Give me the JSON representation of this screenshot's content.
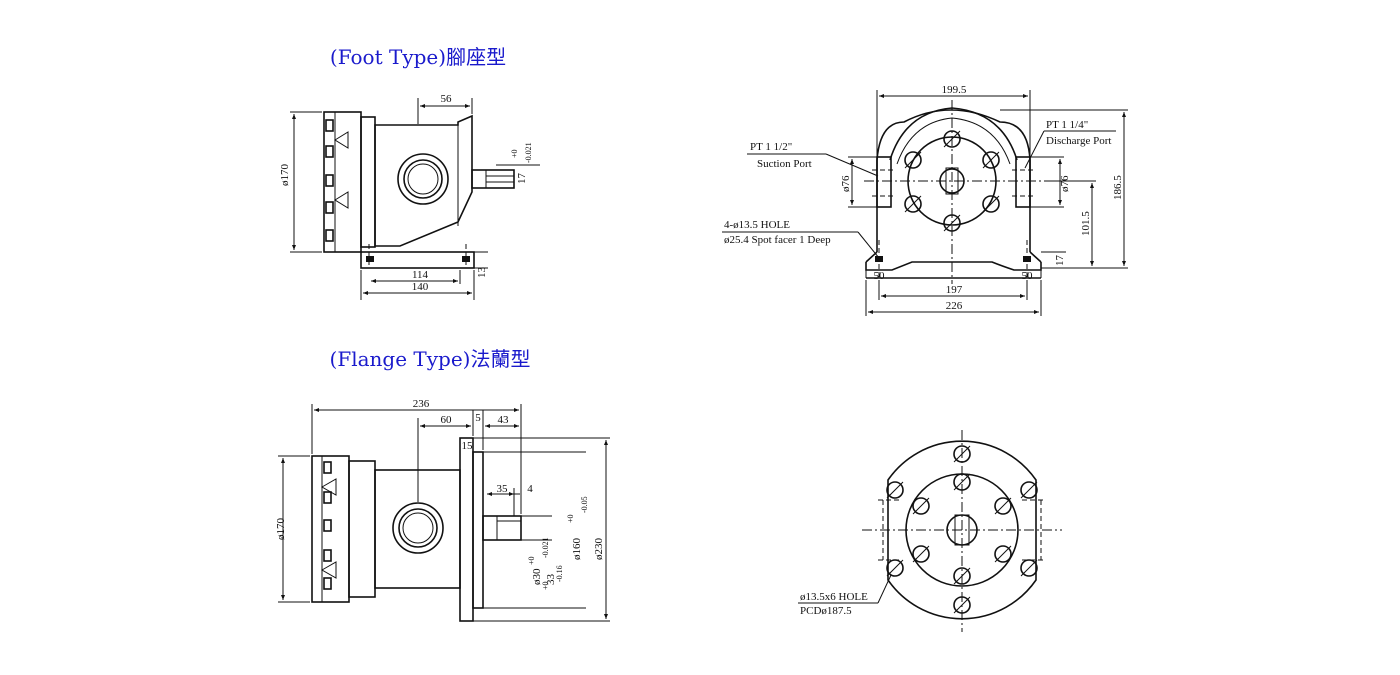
{
  "titles": {
    "foot": "(Foot Type)腳座型",
    "flange": "(Flange Type)法蘭型"
  },
  "labels": {
    "foot_side": {
      "dia170": "ø170",
      "d56": "56",
      "shaft17": "17",
      "tol_plus": "+0",
      "tol_minus": "-0.021",
      "d114": "114",
      "d13": "13",
      "d140": "140"
    },
    "foot_front": {
      "d199_5": "199.5",
      "suction_pt": "PT  1  1/2\"",
      "suction_port": "Suction Port",
      "discharge_pt": "PT 1 1/4\"",
      "discharge_port": "Discharge Port",
      "d76_left": "ø76",
      "d76_right": "ø76",
      "d186_5": "186.5",
      "d101_5": "101.5",
      "d17": "17",
      "hole": "4-ø13.5 HOLE",
      "spot_facer": "ø25.4 Spot facer 1 Deep",
      "d50_left": "50",
      "d50_right": "50",
      "d197": "197",
      "d226": "226"
    },
    "flange_side": {
      "dia170": "ø170",
      "d236": "236",
      "d60": "60",
      "d5": "5",
      "d43": "43",
      "d15": "15",
      "d35": "35",
      "d4": "4",
      "shaft30": "ø30",
      "tol30_plus": "+0",
      "tol30_minus": "-0.021",
      "key33": "33",
      "tol33_plus": "+0",
      "tol33_minus": "-0.16",
      "d160": "ø160",
      "tol160_plus": "+0",
      "tol160_minus": "-0.05",
      "d230": "ø230"
    },
    "flange_front": {
      "hole": "ø13.5x6 HOLE",
      "pcd": "PCDø187.5"
    }
  }
}
